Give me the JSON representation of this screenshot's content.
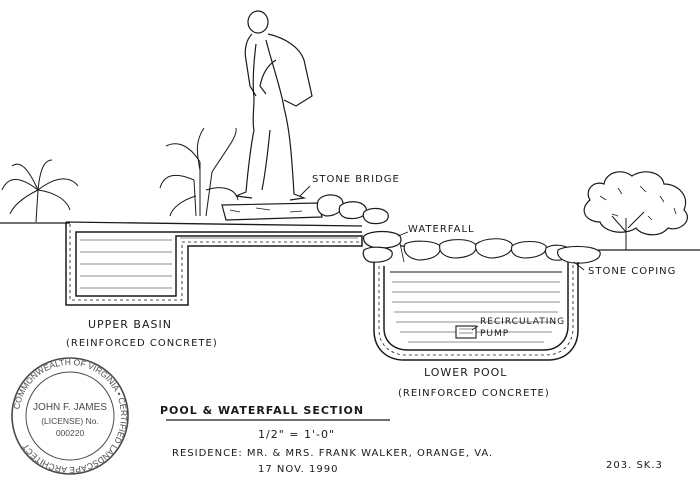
{
  "labels": {
    "stone_bridge": "STONE BRIDGE",
    "waterfall": "WATERFALL",
    "stone_coping": "STONE COPING",
    "upper_basin_line1": "UPPER BASIN",
    "upper_basin_line2": "(REINFORCED CONCRETE)",
    "recirculating_pump_line1": "RECIRCULATING",
    "recirculating_pump_line2": "PUMP",
    "lower_pool_line1": "LOWER POOL",
    "lower_pool_line2": "(REINFORCED CONCRETE)"
  },
  "title_block": {
    "title": "POOL & WATERFALL SECTION",
    "scale": "1/2\" = 1'-0\"",
    "residence": "RESIDENCE: MR. & MRS. FRANK WALKER, ORANGE, VA.",
    "date": "17 NOV. 1990",
    "sheet": "203. SK.3"
  },
  "stamp": {
    "ring_text": "COMMONWEALTH OF VIRGINIA • CERTIFIED LANDSCAPE ARCHITECT",
    "name": "JOHN F. JAMES",
    "license_label": "(LICENSE) No.",
    "license_number": "000220"
  },
  "colors": {
    "ink": "#1a1a1a",
    "stamp_ink": "#4a4a4a",
    "paper": "#ffffff"
  }
}
